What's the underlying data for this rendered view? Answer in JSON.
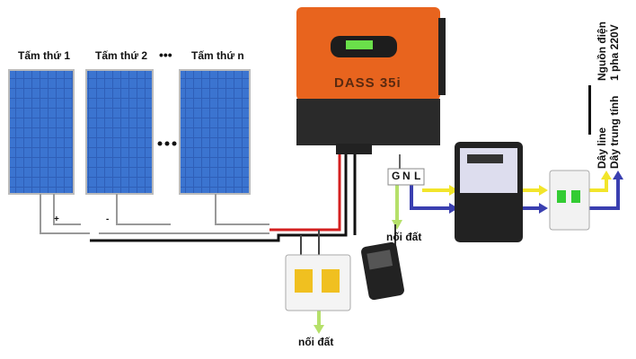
{
  "panels": [
    {
      "label": "Tấm thứ 1"
    },
    {
      "label": "Tấm thứ 2"
    },
    {
      "label": "Tấm thứ n"
    }
  ],
  "ellipsis": "•••",
  "inverter": {
    "brand": "DASS 35i"
  },
  "terminals": {
    "g": "G",
    "n": "N",
    "l": "L"
  },
  "ground_label_1": "nối đất",
  "ground_label_2": "nối đất",
  "wires": {
    "line": "Dây line",
    "neutral": "Dây trung tính"
  },
  "source": {
    "line1": "Nguồn điện",
    "line2": "1 pha 220V"
  },
  "polarity": {
    "plus": "+",
    "minus": "-"
  },
  "colors": {
    "inverter": "#e8641e",
    "line": "#f2e52a",
    "neutral": "#3a3fb0",
    "ground": "#b5e06a",
    "dc_pos": "#d42020",
    "dc_neg": "#111111"
  }
}
